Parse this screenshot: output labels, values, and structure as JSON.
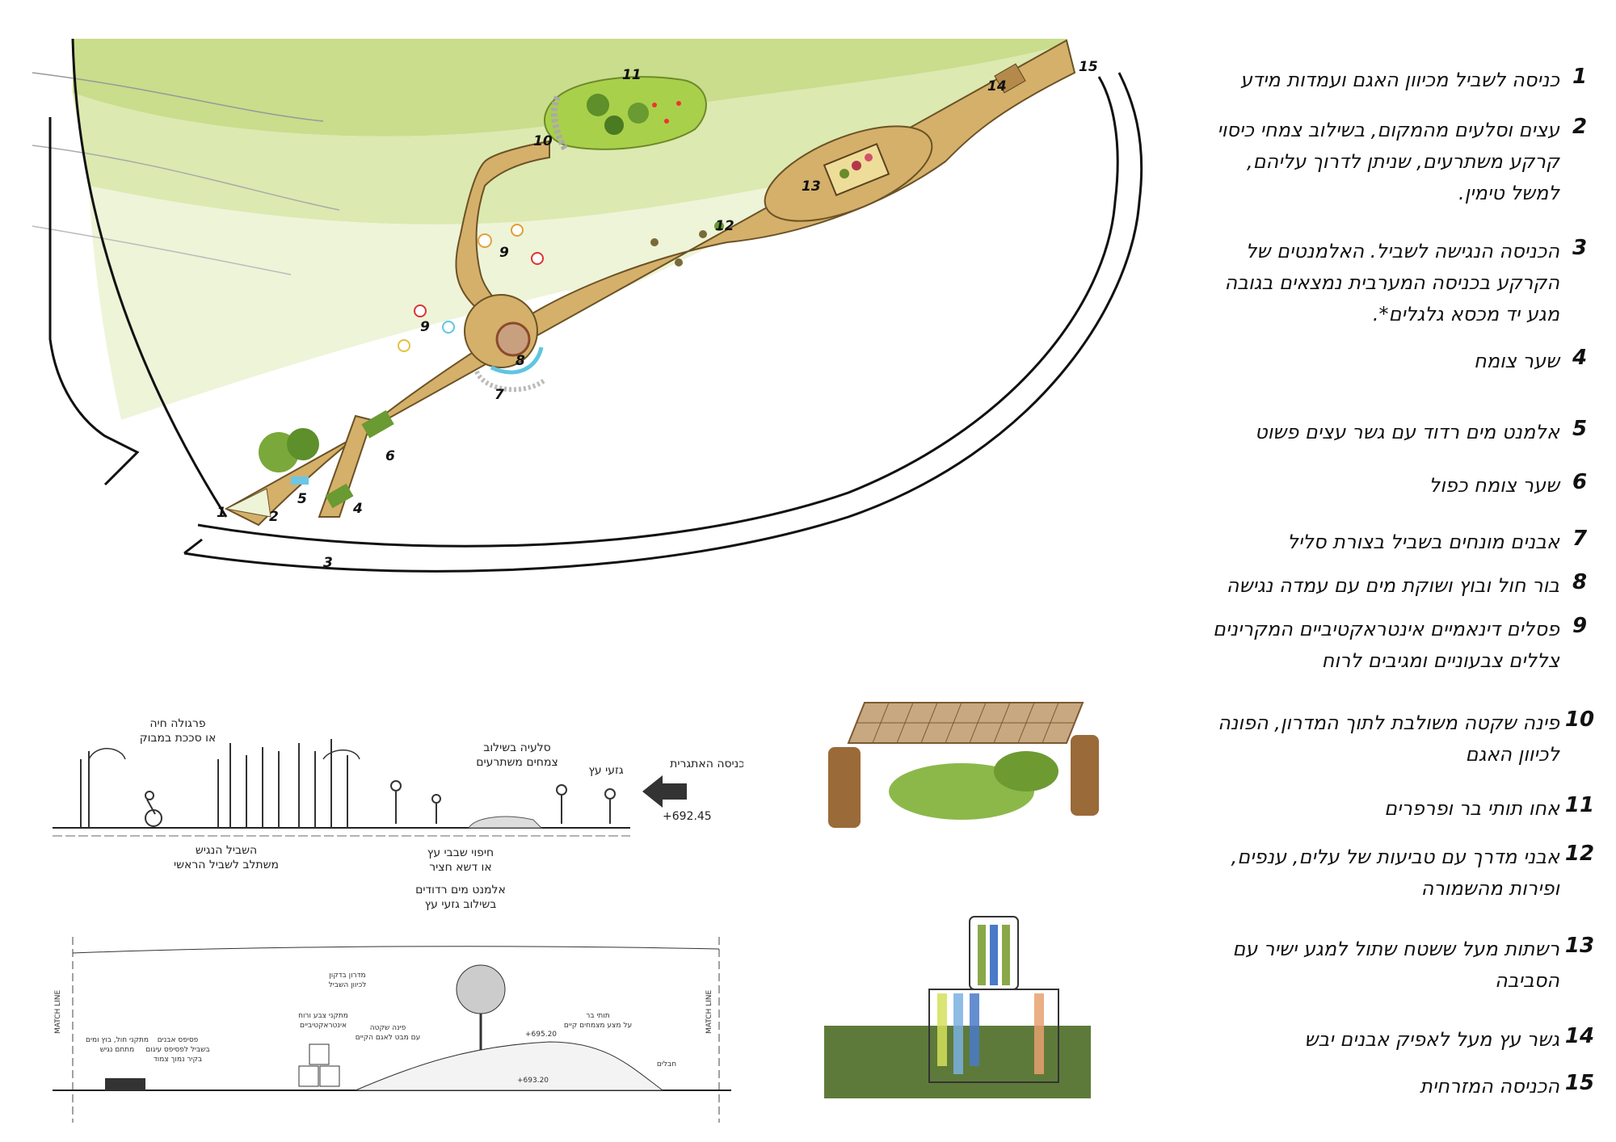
{
  "legend": {
    "items": [
      {
        "num": "1",
        "text": "כניסה לשביל מכיוון האגם ועמדות מידע"
      },
      {
        "num": "2",
        "text": "עצים וסלעים מהמקום, בשילוב צמחי כיסוי קרקע משתרעים, שניתן לדרוך עליהם, למשל טימין."
      },
      {
        "num": "3",
        "text": "הכניסה הנגישה לשביל. האלמנטים של הקרקע בכניסה המערבית נמצאים בגובה מגע יד מכסא גלגלים*."
      },
      {
        "num": "4",
        "text": "שער צומח"
      },
      {
        "num": "5",
        "text": "אלמנט מים רדוד עם גשר עצים פשוט"
      },
      {
        "num": "6",
        "text": "שער צומח כפול"
      },
      {
        "num": "7",
        "text": "אבנים מונחים בשביל בצורת סליל"
      },
      {
        "num": "8",
        "text": "בור חול ובוץ ושוקת מים עם עמדה נגישה"
      },
      {
        "num": "9",
        "text": "פסלים דינאמיים אינטראקטיביים המקרינים צללים צבעוניים ומגיבים לרוח"
      },
      {
        "num": "10",
        "text": "פינה שקטה משולבת לתוך המדרון, הפונה לכיוון האגם"
      },
      {
        "num": "11",
        "text": "אחו תותי בר ופרפרים"
      },
      {
        "num": "12",
        "text": "אבני מדרך עם טביעות של עלים, ענפים, ופירות מהשמורה"
      },
      {
        "num": "13",
        "text": "רשתות מעל ששטח שתול למגע ישיר עם הסביבה"
      },
      {
        "num": "14",
        "text": "גשר עץ מעל לאפיק אבנים יבש"
      },
      {
        "num": "15",
        "text": "הכניסה המזרחית"
      }
    ]
  },
  "plan": {
    "numbers": [
      "1",
      "2",
      "3",
      "4",
      "5",
      "6",
      "7",
      "8",
      "9",
      "9",
      "10",
      "11",
      "12",
      "13",
      "14",
      "15"
    ]
  },
  "section1": {
    "pergola": "פרגולה חיה",
    "pergola2": "או סככת במבוק",
    "seating": "סלעיה בשילוב",
    "seating2": "צמחים משתרעים",
    "logs": "גזעי עץ",
    "west_entry": "הכניסה האתגרית",
    "elevation": "+692.45",
    "path": "השביל הנגיש",
    "path2": "משתלב לשביל הראשי",
    "mulch": "חיפוי שבבי עץ",
    "mulch2": "או דשא חציר",
    "water": "אלמנט מים רדודים",
    "water2": "בשילוב גזעי עץ"
  },
  "section2": {
    "match_line_left": "MATCH LINE",
    "match_line_right": "MATCH LINE",
    "slope_note": "מדרון בדקון",
    "slope_note2": "לכיוון השביל",
    "mud": "מתקני חול, בוץ ומים",
    "mud2": "מתחם נגיש",
    "stones": "פסיפס אבנים",
    "stones2": "בשביל לפסיפס עיגום",
    "stones3": "בקיר נמוך צמוד",
    "color": "מתקני צבע ורוח",
    "color2": "אינטראקטיביים",
    "quiet": "פינה שקטה",
    "quiet2": "עם מבט לאגם הקיים",
    "berries": "תותי בר",
    "berries2": "על מצע מצמחים קיים",
    "elev_top": "+695.20",
    "elev_low": "+693.20",
    "trail": "חבלים"
  }
}
